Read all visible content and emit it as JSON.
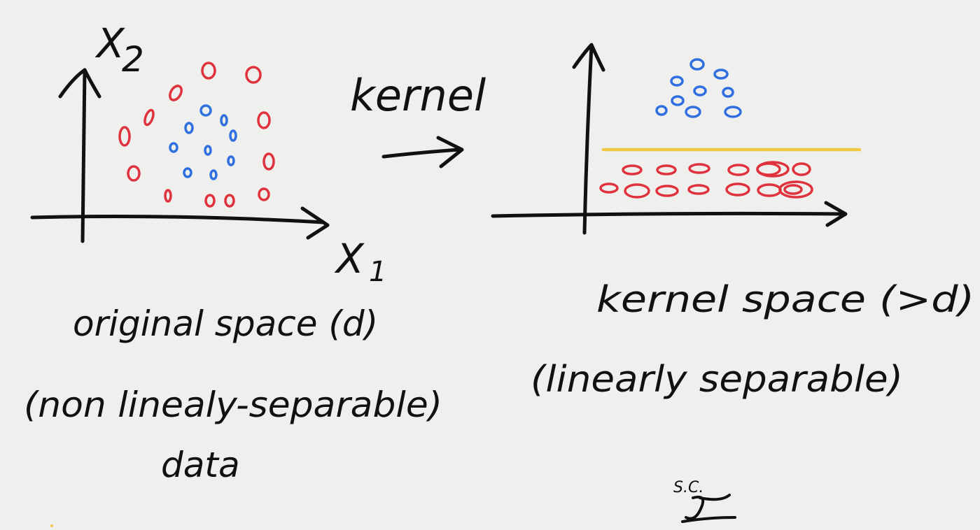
{
  "colors": {
    "ink": "#111111",
    "class_red": "#e0323c",
    "class_blue": "#2f6fe0",
    "separator": "#f2c744",
    "paper": "#efefed"
  },
  "left_panel": {
    "y_axis_label": "X",
    "y_axis_sub": "2",
    "x_axis_label": "X",
    "x_axis_sub": "1",
    "caption_line1": "original space (d)",
    "caption_line2": "(non linealy-separable)",
    "caption_line3": "data"
  },
  "middle": {
    "label": "kernel"
  },
  "right_panel": {
    "caption_line1": "kernel space (>d)",
    "caption_line2": "(linearly separable)"
  },
  "signature": {
    "initials": "S.C."
  }
}
